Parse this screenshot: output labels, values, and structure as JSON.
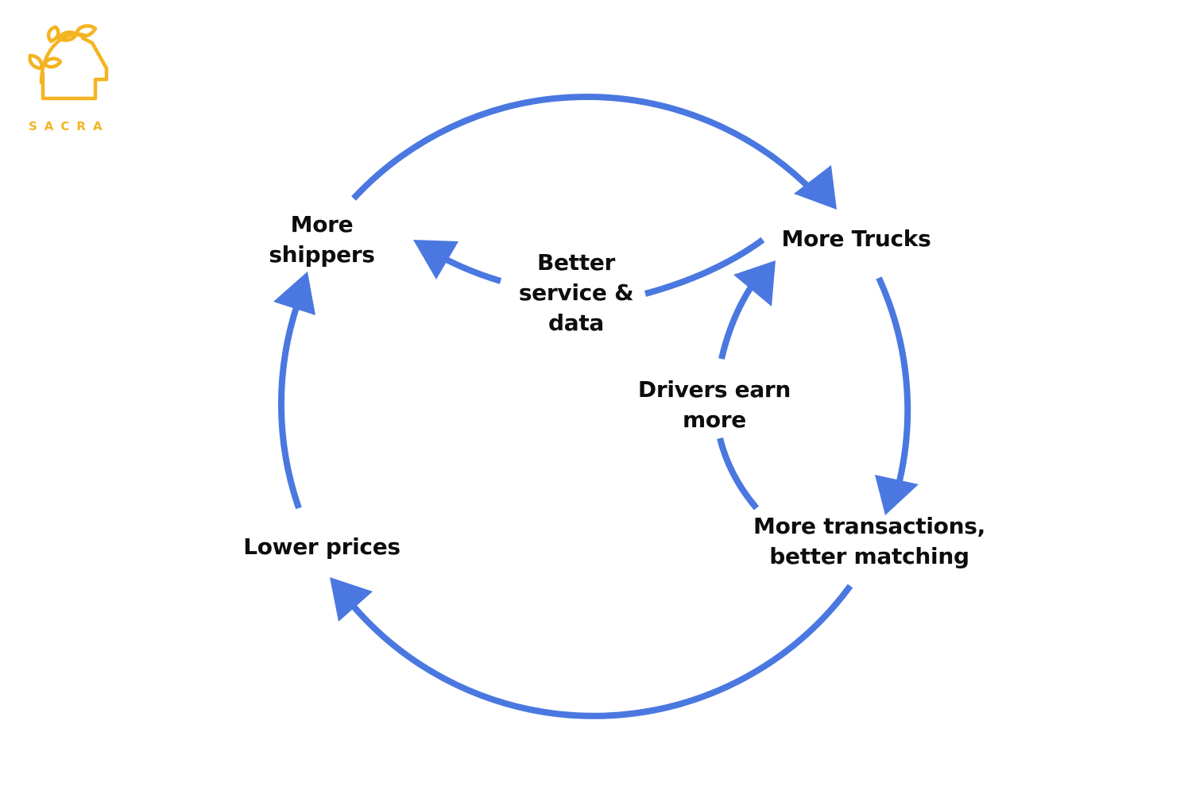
{
  "brand": {
    "name": "SACRA",
    "logo_icon": "house-with-sprout-icon",
    "color": "#f4b422"
  },
  "diagram": {
    "arrow_color": "#4a78e0",
    "text_color": "#0d0d0d",
    "nodes": {
      "more_shippers": "More\nshippers",
      "more_trucks": "More Trucks",
      "more_transactions": "More transactions,\nbetter matching",
      "lower_prices": "Lower prices",
      "better_service": "Better\nservice &\ndata",
      "drivers_earn_more": "Drivers earn\nmore"
    },
    "edges": [
      {
        "from": "more_shippers",
        "to": "more_trucks"
      },
      {
        "from": "more_trucks",
        "to": "more_transactions"
      },
      {
        "from": "more_transactions",
        "to": "lower_prices"
      },
      {
        "from": "lower_prices",
        "to": "more_shippers"
      },
      {
        "from": "more_trucks",
        "to": "more_shippers",
        "via": "better_service"
      },
      {
        "from": "more_transactions",
        "to": "more_trucks",
        "via": "drivers_earn_more"
      }
    ]
  }
}
